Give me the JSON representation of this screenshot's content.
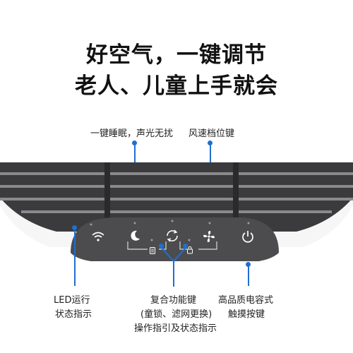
{
  "headline": {
    "line1": "好空气，一键调节",
    "line2": "老人、儿童上手就会"
  },
  "callouts": {
    "sleep": "一键睡眠，声光无扰",
    "fan": "风速档位键",
    "led_line1": "LED运行",
    "led_line2": "状态指示",
    "combo_line1": "复合功能键",
    "combo_line2": "(童锁、滤网更换)",
    "combo_line3": "操作指引及状态指示",
    "power_line1": "高品质电容式",
    "power_line2": "触摸按键"
  },
  "colors": {
    "accent": "#1f6fd1",
    "panel": "#4a4a4c",
    "grille": "#3a3a3c",
    "frame": "#f4f4f4"
  }
}
